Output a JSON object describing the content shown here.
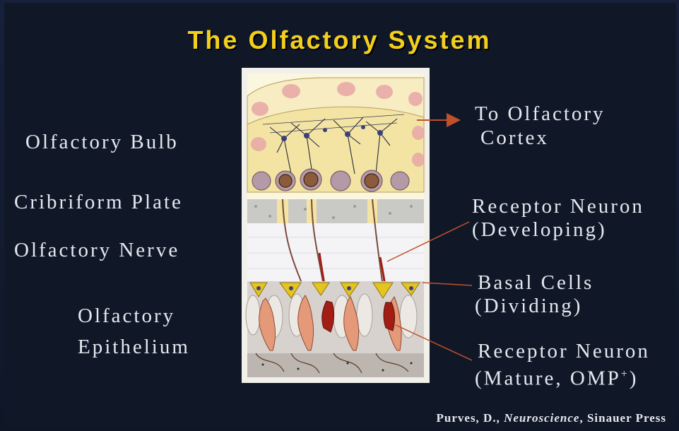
{
  "title": "The Olfactory System",
  "labels": {
    "olfactory_bulb": "Olfactory Bulb",
    "cribriform_plate": "Cribriform Plate",
    "olfactory_nerve": "Olfactory Nerve",
    "olfactory_epithelium_line1": "Olfactory",
    "olfactory_epithelium_line2": "Epithelium",
    "to_cortex_line1": "To Olfactory",
    "to_cortex_line2": "Cortex",
    "receptor_developing_line1": "Receptor Neuron",
    "receptor_developing_line2": "(Developing)",
    "basal_cells_line1": "Basal Cells",
    "basal_cells_line2": "(Dividing)",
    "receptor_mature_line1": "Receptor Neuron",
    "receptor_mature_line2_prefix": "(Mature, OMP",
    "receptor_mature_line2_sup": "+",
    "receptor_mature_line2_suffix": ")"
  },
  "credit": {
    "author": "Purves, D., ",
    "book": "Neuroscience",
    "publisher": ", Sinauer Press"
  },
  "colors": {
    "title": "#f2cf1d",
    "label_text": "#e6e8ef",
    "arrow": "#c0502a",
    "bulb_fill": "#f3e4a4",
    "glomerulus_fill": "#b49aa6",
    "receptor_dev": "#a21e14",
    "receptor_mature": "#e49a78",
    "basal": "#e5c51d"
  }
}
